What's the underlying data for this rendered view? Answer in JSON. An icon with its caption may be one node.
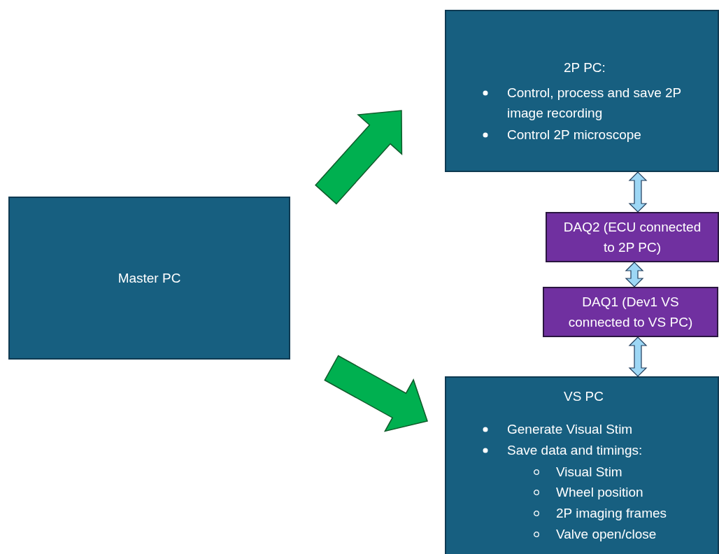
{
  "diagram": {
    "nodes": [
      {
        "text": [
          "Master PC"
        ]
      },
      {
        "text": [
          "2P PC:",
          "Control, process and save 2P image recording",
          "Control 2P microscope"
        ]
      },
      {
        "text": [
          "DAQ2 (ECU connected to 2P PC)"
        ]
      },
      {
        "text": [
          "DAQ1 (Dev1 VS connected to VS PC)"
        ]
      },
      {
        "text": [
          "VS PC",
          "Generate Visual Stim",
          "Save data and timings:",
          "Visual Stim",
          "Wheel position",
          "2P imaging frames",
          "Valve open/close"
        ]
      }
    ],
    "edges": [
      {
        "from": 0,
        "to": 1,
        "arrow": "to",
        "style": "thick",
        "color": "#00b050"
      },
      {
        "from": 0,
        "to": 4,
        "arrow": "to",
        "style": "thick",
        "color": "#00b050"
      },
      {
        "from": 1,
        "to": 2,
        "arrow": "both",
        "color": "#9dd7f5"
      },
      {
        "from": 2,
        "to": 3,
        "arrow": "both",
        "color": "#9dd7f5"
      },
      {
        "from": 3,
        "to": 4,
        "arrow": "both",
        "color": "#9dd7f5"
      }
    ]
  }
}
